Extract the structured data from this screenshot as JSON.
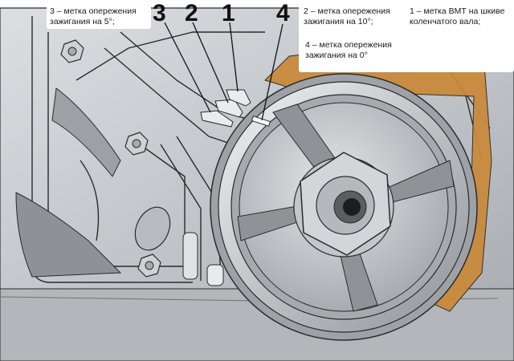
{
  "callouts": {
    "mark_1": {
      "number": "1",
      "line1": "1 – метка ВМТ на шкиве",
      "line2": "коленчатого вала;"
    },
    "mark_2": {
      "number": "2",
      "line1": "2 – метка опережения",
      "line2": "зажигания на 10°;"
    },
    "mark_3": {
      "number": "3",
      "line1": "3 – метка опережения",
      "line2": "зажигания на 5°;"
    },
    "mark_4": {
      "number": "4",
      "line1": "4 – метка опережения",
      "line2": "зажигания на 0°"
    }
  },
  "colors": {
    "engine_body": "#c9ccd0",
    "engine_shadow": "#8e9297",
    "pulley": "#b9bcc0",
    "belt": "#c98a3c",
    "outline": "#2a2a2a"
  }
}
